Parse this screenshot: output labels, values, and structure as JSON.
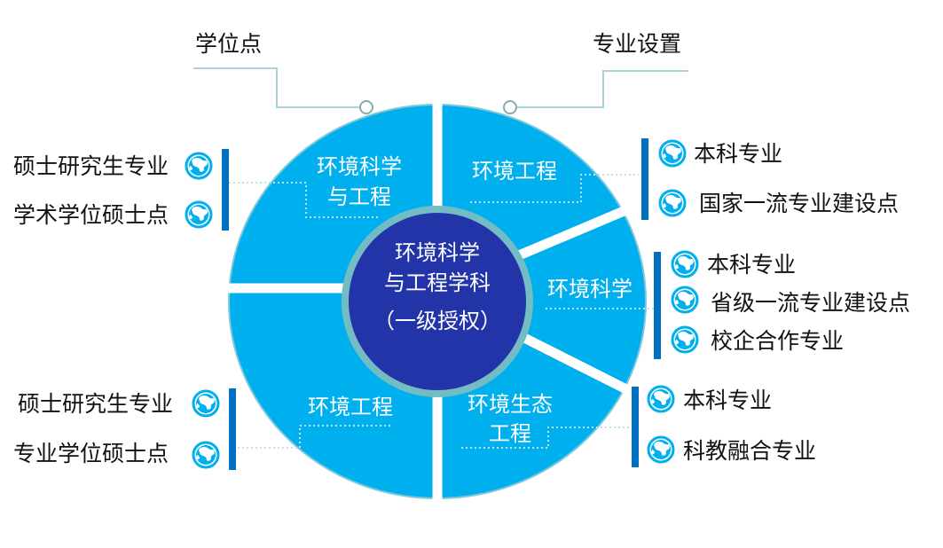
{
  "headers": {
    "left": "学位点",
    "right": "专业设置"
  },
  "center": {
    "line1": "环境科学",
    "line2": "与工程学科",
    "line3": "（一级授权）"
  },
  "segments": {
    "top_left": {
      "line1": "环境科学",
      "line2": "与工程"
    },
    "top_right": {
      "line1": "环境工程"
    },
    "right": {
      "line1": "环境科学"
    },
    "bottom_right": {
      "line1": "环境生态",
      "line2": "工程"
    },
    "bottom_left": {
      "line1": "环境工程"
    }
  },
  "left_groups": [
    {
      "items": [
        "硕士研究生专业",
        "学术学位硕士点"
      ]
    },
    {
      "items": [
        "硕士研究生专业",
        "专业学位硕士点"
      ]
    }
  ],
  "right_groups": [
    {
      "items": [
        "本科专业",
        "国家一流专业建设点"
      ]
    },
    {
      "items": [
        "本科专业",
        "省级一流专业建设点",
        "校企合作专业"
      ]
    },
    {
      "items": [
        "本科专业",
        "科教融合专业"
      ]
    }
  ],
  "colors": {
    "ring": "#00b0ee",
    "center": "#2234a8",
    "center_ring": "#74bcc4",
    "bar": "#0070c0",
    "connector": "#a8d4da"
  }
}
